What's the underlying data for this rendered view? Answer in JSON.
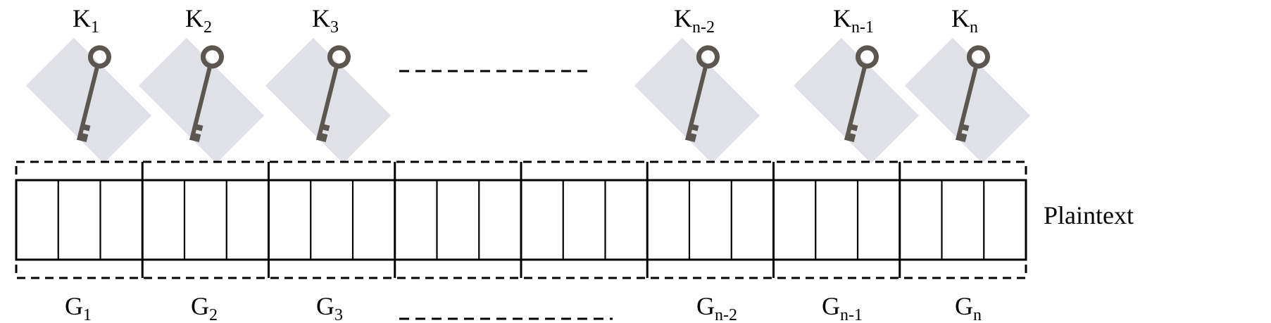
{
  "keys": [
    {
      "base": "K",
      "sub": "1"
    },
    {
      "base": "K",
      "sub": "2"
    },
    {
      "base": "K",
      "sub": "3"
    },
    {
      "base": "K",
      "sub": "n-2"
    },
    {
      "base": "K",
      "sub": "n-1"
    },
    {
      "base": "K",
      "sub": "n"
    }
  ],
  "groups": [
    {
      "base": "G",
      "sub": "1"
    },
    {
      "base": "G",
      "sub": "2"
    },
    {
      "base": "G",
      "sub": "3"
    },
    {
      "base": "G",
      "sub": "n-2"
    },
    {
      "base": "G",
      "sub": "n-1"
    },
    {
      "base": "G",
      "sub": "n"
    }
  ],
  "plaintext_label": "Plaintext",
  "ellipsis": "……",
  "block_count": 8,
  "cells_per_block": 3,
  "icon": "key-icon",
  "colors": {
    "line": "#000000",
    "key_card": "#dfe1e6",
    "key_metal": "#5b5650"
  }
}
